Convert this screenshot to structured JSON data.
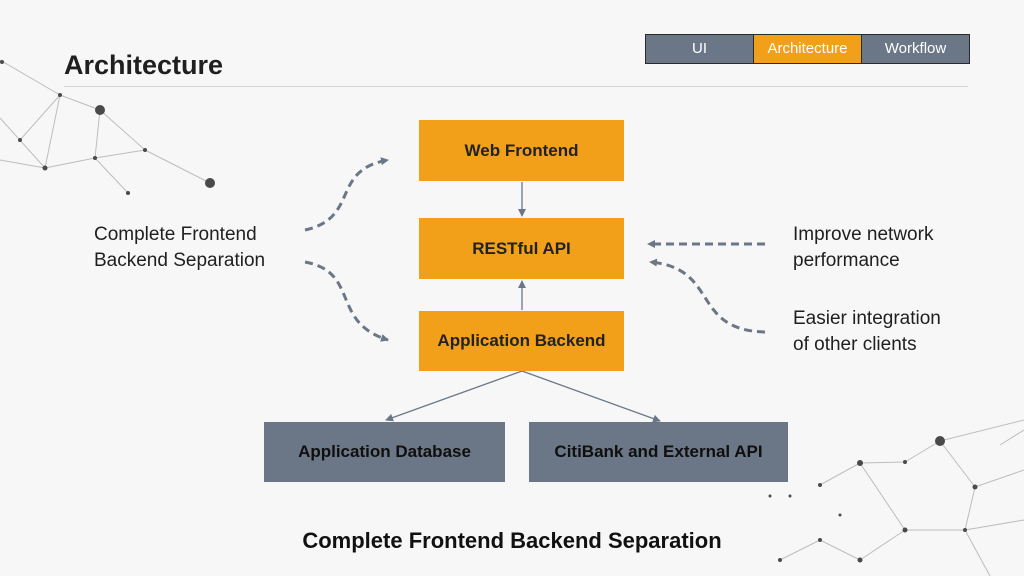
{
  "header": {
    "title": "Architecture",
    "tabs": [
      {
        "label": "UI",
        "active": false
      },
      {
        "label": "Architecture",
        "active": true
      },
      {
        "label": "Workflow",
        "active": false
      }
    ]
  },
  "diagram": {
    "nodes": {
      "web_frontend": "Web Frontend",
      "restful_api": "RESTful API",
      "application_backend": "Application Backend",
      "application_database": "Application Database",
      "citibank_external_api": "CitiBank and External API"
    },
    "left_note": [
      "Complete Frontend",
      "Backend Separation"
    ],
    "right_note_1": [
      "Improve network",
      "performance"
    ],
    "right_note_2": [
      "Easier integration",
      "of other clients"
    ],
    "caption": "Complete Frontend Backend Separation"
  },
  "colors": {
    "accent": "#f29f1a",
    "slate": "#6b7786",
    "arrow": "#6b7786"
  }
}
